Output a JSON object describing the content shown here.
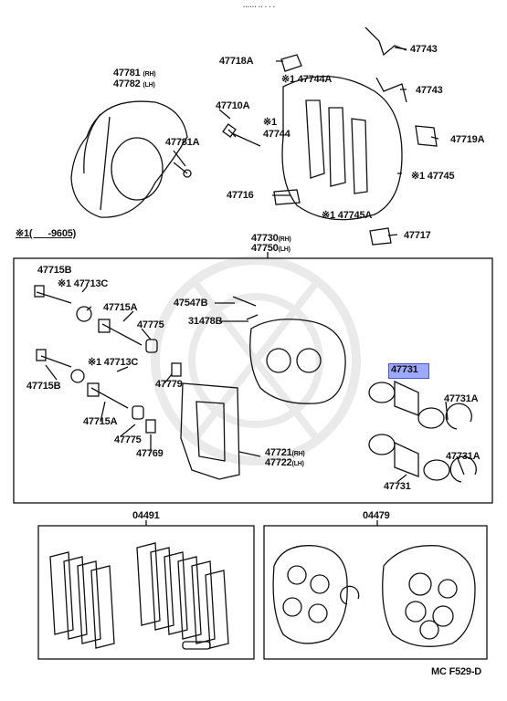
{
  "header_fragment": "······ ·· · · ·",
  "labels": {
    "p47743a": "47743",
    "p47718a": "47718A",
    "p47744a": "※1 47744A",
    "p47743b": "47743",
    "p47781": "47781",
    "p47781_rh": "(RH)",
    "p47782": "47782",
    "p47782_lh": "(LH)",
    "p47710a": "47710A",
    "p47744": "※1\n47744",
    "p47719a": "47719A",
    "p47781a": "47781A",
    "p47745": "※1 47745",
    "p47716": "47716",
    "p47745a": "※1 47745A",
    "p47717": "47717",
    "note": "※1(      -9605)",
    "p47730": "47730",
    "p47730_rh": "(RH)",
    "p47750": "47750",
    "p47750_lh": "(LH)",
    "p47715b_top": "47715B",
    "p47713c_top": "※1 47713C",
    "p47715a_top": "47715A",
    "p47775_top": "47775",
    "p47547b": "47547B",
    "p31478b": "31478B",
    "p47731_hl": "47731",
    "p47715b_bot": "47715B",
    "p47713c_bot": "※1 47713C",
    "p47779": "47779",
    "p47731a_top": "47731A",
    "p47715a_bot": "47715A",
    "p47775_bot": "47775",
    "p47769": "47769",
    "p47721": "47721",
    "p47721_rh": "(RH)",
    "p47722": "47722",
    "p47722_lh": "(LH)",
    "p47731a_bot": "47731A",
    "p47731_bot": "47731",
    "p04491": "04491",
    "p04479": "04479",
    "footer": "MC  F529-D"
  },
  "highlight_color": "#9fa8ff"
}
